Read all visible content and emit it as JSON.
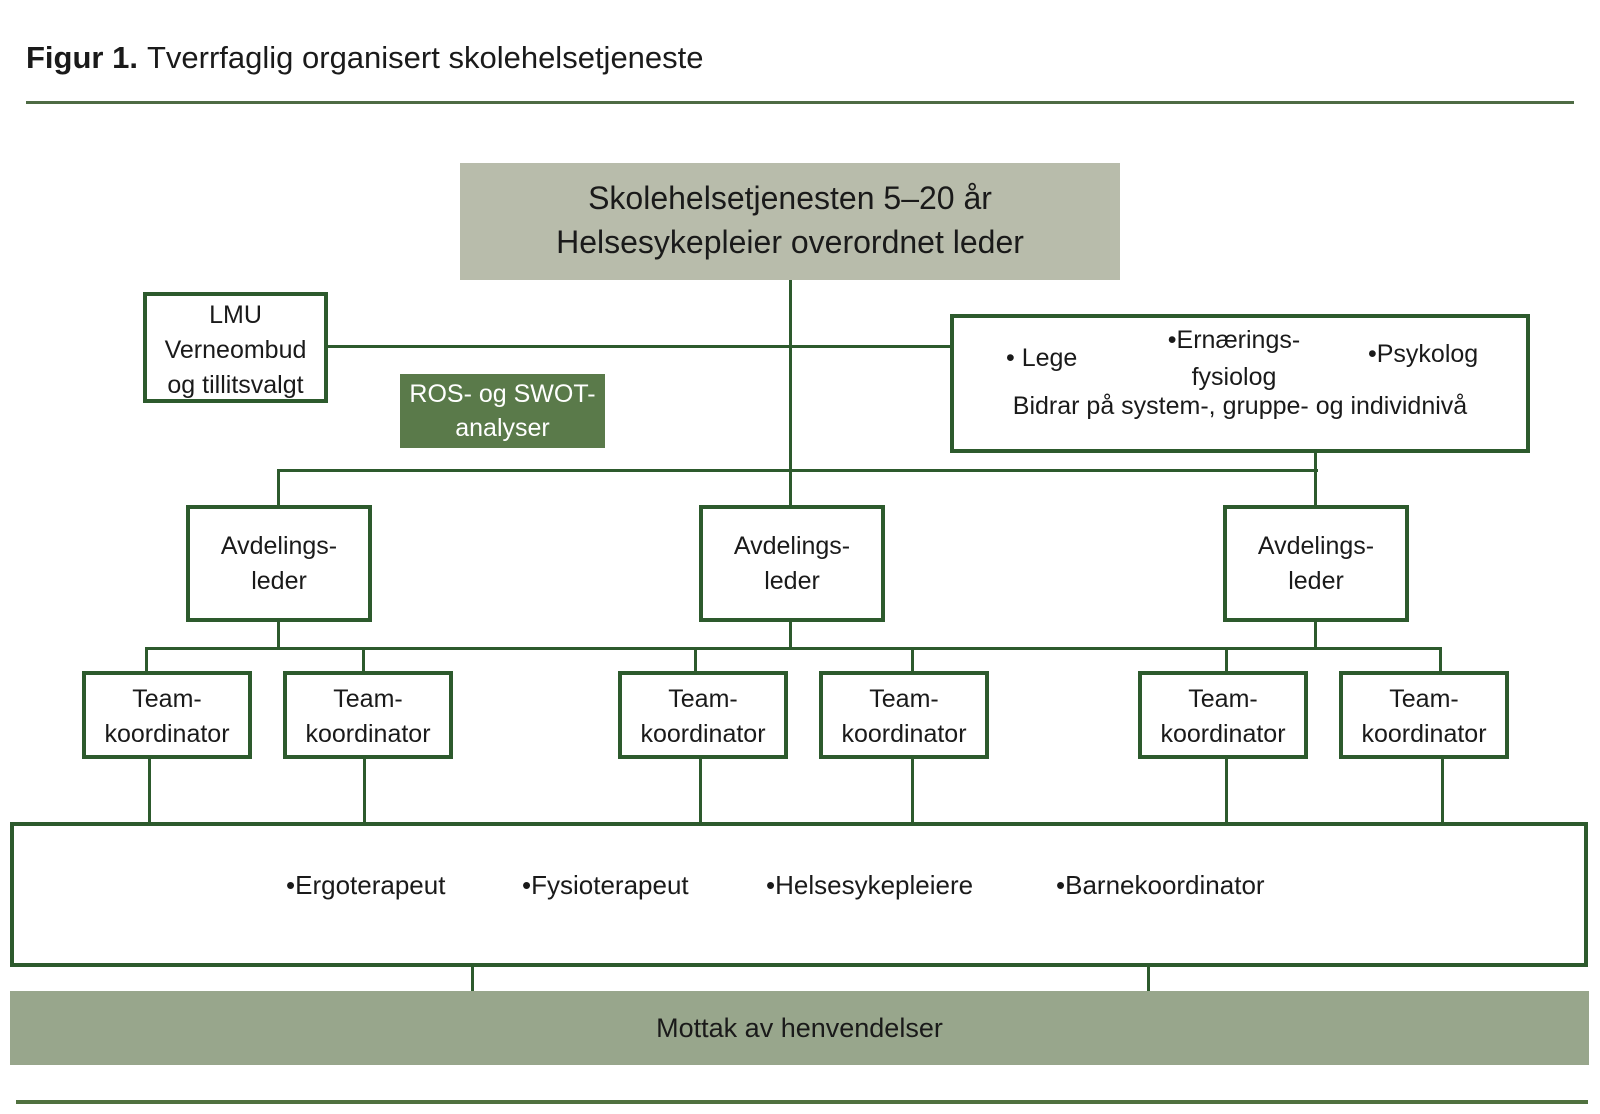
{
  "figure": {
    "label": "Figur 1.",
    "title": "Tverrfaglig organisert skolehelsetjeneste"
  },
  "colors": {
    "box_border_green": "#2d5a2d",
    "connector_green": "#2d5a2d",
    "top_box_sage": "#b8bcab",
    "mottak_bar_sage": "#98a68c",
    "ros_box_green": "#5a7a4a",
    "rule_green": "#4e6b44",
    "text": "#1a1a1a",
    "ros_text": "#ffffff"
  },
  "nodes": {
    "top": {
      "line1": "Skolehelsetjenesten 5–20 år",
      "line2": "Helsesykepleier overordnet leder"
    },
    "lmu": {
      "line1": "LMU",
      "line2": "Verneombud",
      "line3": "og tillitsvalgt"
    },
    "ros": {
      "line1": "ROS- og SWOT-",
      "line2": "analyser"
    },
    "specialists": {
      "lege": "• Lege",
      "ernaerings_line1": "•Ernærings-",
      "ernaerings_line2": "fysiolog",
      "psykolog": "•Psykolog",
      "note": "Bidrar på system-, gruppe- og individnivå"
    },
    "avdelingsleder": {
      "line1": "Avdelings-",
      "line2": "leder"
    },
    "teamkoordinator": {
      "line1": "Team-",
      "line2": "koordinator"
    },
    "staff": {
      "items": [
        "•Ergoterapeut",
        "•Fysioterapeut",
        "•Helsesykepleiere",
        "•Barnekoordinator"
      ]
    },
    "mottak": {
      "label": "Mottak av henvendelser"
    }
  }
}
